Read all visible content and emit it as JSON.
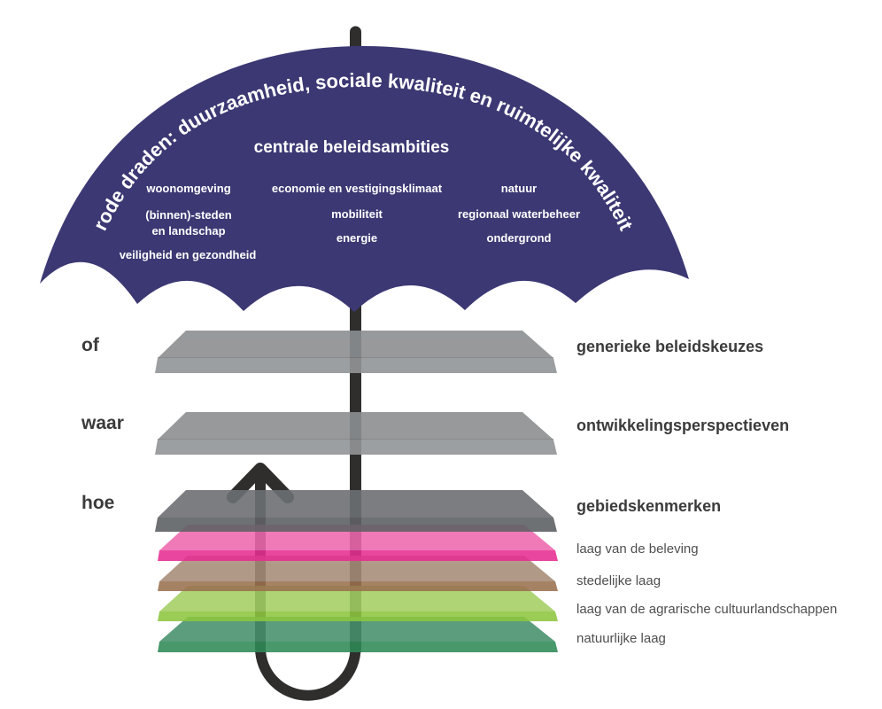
{
  "colors": {
    "canopy": "#3c3873",
    "pole": "#2f2e2d",
    "text_on_canopy": "#ffffff",
    "question_label": "#3b3b3b",
    "plane_label": "#3b3b3b",
    "layer_label": "#4f4f4f"
  },
  "umbrella": {
    "arc_text": "rode draden: duurzaamheid, sociale kwaliteit en ruimtelijke kwaliteit",
    "heading": "centrale beleidsambities",
    "column_left": {
      "line1": "woonomgeving",
      "line2": "(binnen)-steden",
      "line3": "en landschap",
      "line4": "veiligheid en gezondheid"
    },
    "column_middle": {
      "line1": "economie en vestigingsklimaat",
      "line2": "mobiliteit",
      "line3": "energie"
    },
    "column_right": {
      "line1": "natuur",
      "line2": "regionaal waterbeheer",
      "line3": "ondergrond"
    }
  },
  "planes": [
    {
      "question": "of",
      "label": "generieke beleidskeuzes",
      "top_color": "#8c8f91",
      "front_color": "#929597"
    },
    {
      "question": "waar",
      "label": "ontwikkelingsperspectieven",
      "top_color": "#8c8f91",
      "front_color": "#929597"
    },
    {
      "question": "hoe",
      "label": "gebiedskenmerken",
      "top_color": "#6d7073",
      "front_color": "#5f6265"
    }
  ],
  "layers": [
    {
      "label": "laag van de beleving",
      "top_color": "#ee68ae",
      "front_color": "#e62e92"
    },
    {
      "label": "stedelijke laag",
      "top_color": "#a78c77",
      "front_color": "#9a7150"
    },
    {
      "label": "laag van de agrarische cultuurlandschappen",
      "top_color": "#a3cf63",
      "front_color": "#8dc63f"
    },
    {
      "label": "natuurlijke laag",
      "top_color": "#45906b",
      "front_color": "#2f8a58"
    }
  ]
}
